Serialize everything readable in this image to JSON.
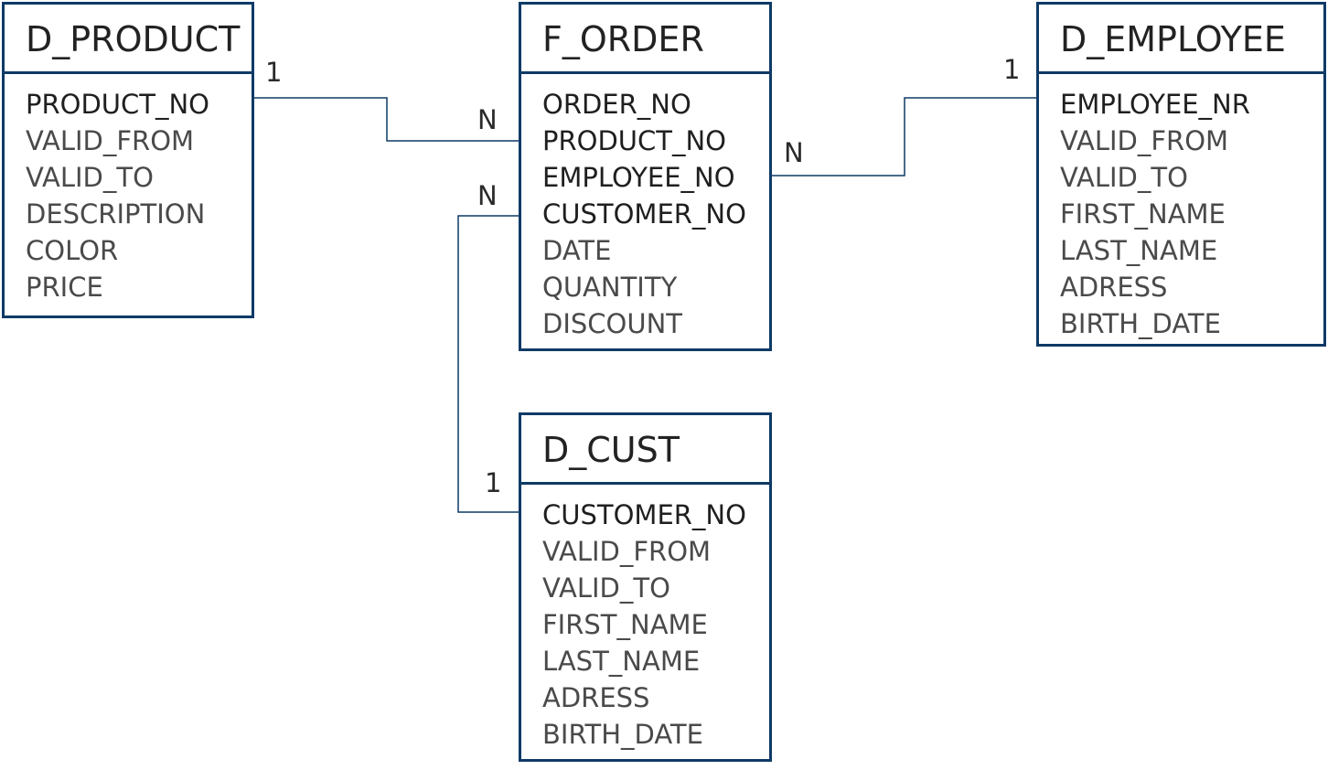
{
  "colors": {
    "border": "#0f3a66",
    "line": "#0f3a66"
  },
  "entities": {
    "product": {
      "title": "D_PRODUCT",
      "attributes": [
        {
          "name": "PRODUCT_NO",
          "key": true
        },
        {
          "name": "VALID_FROM",
          "key": false
        },
        {
          "name": "VALID_TO",
          "key": false
        },
        {
          "name": "DESCRIPTION",
          "key": false
        },
        {
          "name": "COLOR",
          "key": false
        },
        {
          "name": "PRICE",
          "key": false
        }
      ]
    },
    "order": {
      "title": "F_ORDER",
      "attributes": [
        {
          "name": "ORDER_NO",
          "key": true
        },
        {
          "name": "PRODUCT_NO",
          "key": true
        },
        {
          "name": "EMPLOYEE_NO",
          "key": true
        },
        {
          "name": "CUSTOMER_NO",
          "key": true
        },
        {
          "name": "DATE",
          "key": false
        },
        {
          "name": "QUANTITY",
          "key": false
        },
        {
          "name": "DISCOUNT",
          "key": false
        }
      ]
    },
    "employee": {
      "title": "D_EMPLOYEE",
      "attributes": [
        {
          "name": "EMPLOYEE_NR",
          "key": true
        },
        {
          "name": "VALID_FROM",
          "key": false
        },
        {
          "name": "VALID_TO",
          "key": false
        },
        {
          "name": "FIRST_NAME",
          "key": false
        },
        {
          "name": "LAST_NAME",
          "key": false
        },
        {
          "name": "ADRESS",
          "key": false
        },
        {
          "name": "BIRTH_DATE",
          "key": false
        }
      ]
    },
    "cust": {
      "title": "D_CUST",
      "attributes": [
        {
          "name": "CUSTOMER_NO",
          "key": true
        },
        {
          "name": "VALID_FROM",
          "key": false
        },
        {
          "name": "VALID_TO",
          "key": false
        },
        {
          "name": "FIRST_NAME",
          "key": false
        },
        {
          "name": "LAST_NAME",
          "key": false
        },
        {
          "name": "ADRESS",
          "key": false
        },
        {
          "name": "BIRTH_DATE",
          "key": false
        }
      ]
    }
  },
  "relationships": {
    "product_order": {
      "from": "D_PRODUCT",
      "to": "F_ORDER",
      "from_card": "1",
      "to_card": "N"
    },
    "employee_order": {
      "from": "D_EMPLOYEE",
      "to": "F_ORDER",
      "from_card": "1",
      "to_card": "N"
    },
    "cust_order": {
      "from": "D_CUST",
      "to": "F_ORDER",
      "from_card": "1",
      "to_card": "N"
    }
  }
}
